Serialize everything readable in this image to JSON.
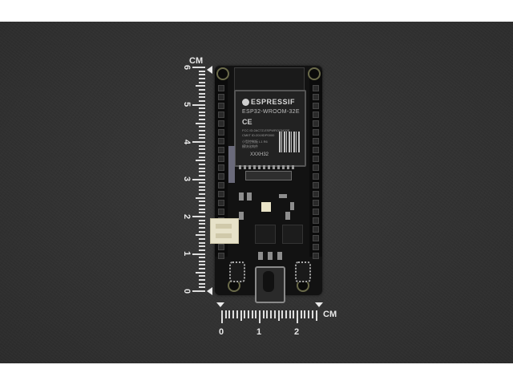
{
  "photo": {
    "subject": "ESP32 development board with USB-C, shown next to centimeter rulers",
    "background_color": "#333333"
  },
  "module": {
    "brand": "ESPRESSIF",
    "model": "ESP32-WROOM-32E",
    "cert_mark": "CE",
    "fine_print_lines": [
      "FCC ID:2AC7Z-ESPWROOM32E",
      "CMIIT ID:2019DP0000",
      "小型控制板 L1 R6",
      "模块化构件"
    ],
    "lot_code": "XXXH32"
  },
  "vertical_ruler": {
    "unit": "CM",
    "labels": [
      "0",
      "1",
      "2",
      "3",
      "4",
      "5",
      "6"
    ]
  },
  "horizontal_ruler": {
    "unit": "CM",
    "labels": [
      "0",
      "1",
      "2"
    ]
  }
}
